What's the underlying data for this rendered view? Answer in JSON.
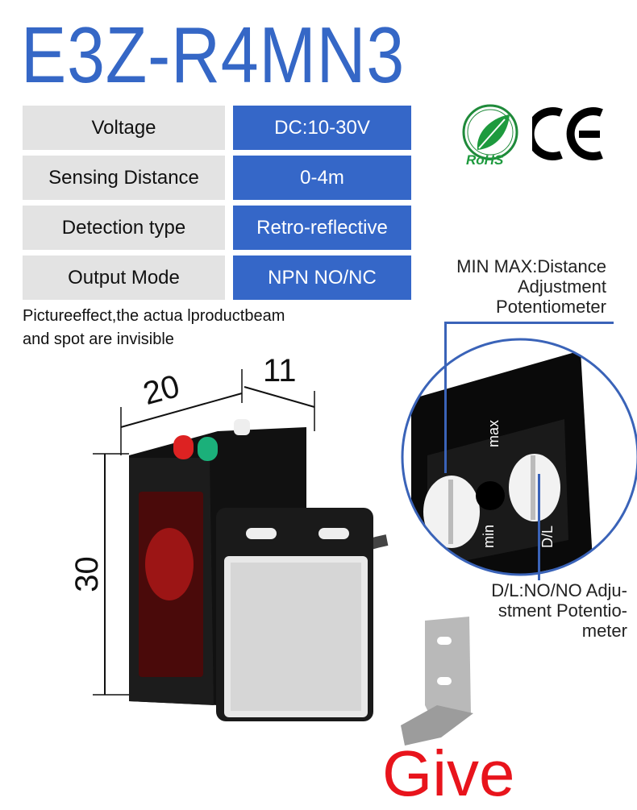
{
  "title": "E3Z-R4MN3",
  "specs": [
    {
      "label": "Voltage",
      "value": "DC:10-30V"
    },
    {
      "label": "Sensing Distance",
      "value": "0-4m"
    },
    {
      "label": "Detection type",
      "value": "Retro-reflective"
    },
    {
      "label": "Output Mode",
      "value": "NPN NO/NC"
    }
  ],
  "certifications": {
    "rohs": "RoHS",
    "ce": "CE"
  },
  "note": {
    "line1": "Pictureeffect,the actua lproductbeam",
    "line2": "and spot are invisible"
  },
  "annotations": {
    "distance_pot": [
      "MIN MAX:Distance",
      "Adjustment",
      "Potentiometer"
    ],
    "mode_pot": [
      "D/L:NO/NO Adju-",
      "stment Potentio-",
      "meter"
    ],
    "knob_labels": {
      "max": "max",
      "min": "min",
      "dl": "D/L"
    }
  },
  "dimensions": {
    "width": "20",
    "depth": "11",
    "height": "30"
  },
  "give_label": "Give",
  "colors": {
    "title": "#3567c6",
    "value_cell": "#3567c8",
    "label_cell": "#e3e3e3",
    "give": "#e8141c",
    "callout": "#3a63b8"
  }
}
